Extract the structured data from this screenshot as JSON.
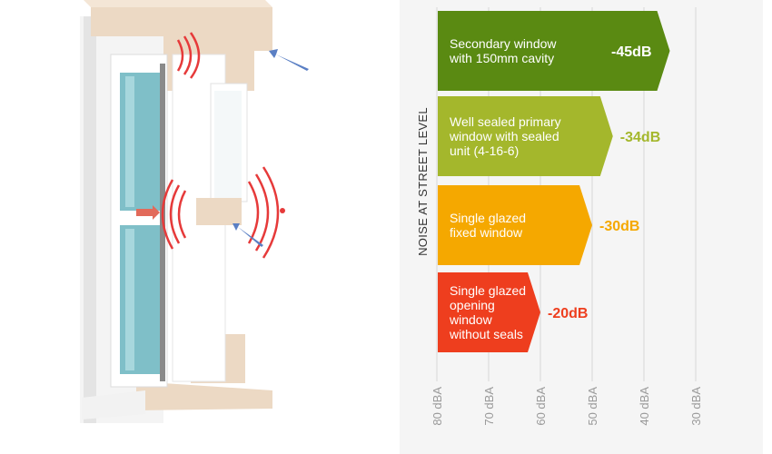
{
  "chart_data": {
    "type": "bar",
    "orientation": "horizontal",
    "ylabel": "NOISE AT STREET LEVEL",
    "x_ticks": [
      "80 dBA",
      "70 dBA",
      "60 dBA",
      "50 dBA",
      "40 dBA",
      "30 dBA"
    ],
    "x_tick_values": [
      80,
      70,
      60,
      50,
      40,
      30
    ],
    "x_range": [
      80,
      30
    ],
    "start_level": 80,
    "categories": [
      [
        "Secondary window",
        "with 150mm cavity"
      ],
      [
        "Well sealed primary",
        "window with sealed",
        "unit (4-16-6)"
      ],
      [
        "Single glazed",
        "fixed window"
      ],
      [
        "Single glazed",
        "opening",
        "window",
        "without seals"
      ]
    ],
    "reductions": [
      45,
      34,
      30,
      20
    ],
    "value_labels": [
      "-45dB",
      "-34dB",
      "-30dB",
      "-20dB"
    ],
    "colors": [
      "#5a8a12",
      "#a4b72c",
      "#f5a800",
      "#ee3e1e"
    ],
    "value_label_colors": [
      "#ffffff",
      "#a4b72c",
      "#f5a800",
      "#ee3e1e"
    ],
    "grid": true
  },
  "illustration": {
    "icons": [
      "window-cross-section-icon",
      "sound-wave-icon",
      "airflow-arrow-icon"
    ]
  }
}
